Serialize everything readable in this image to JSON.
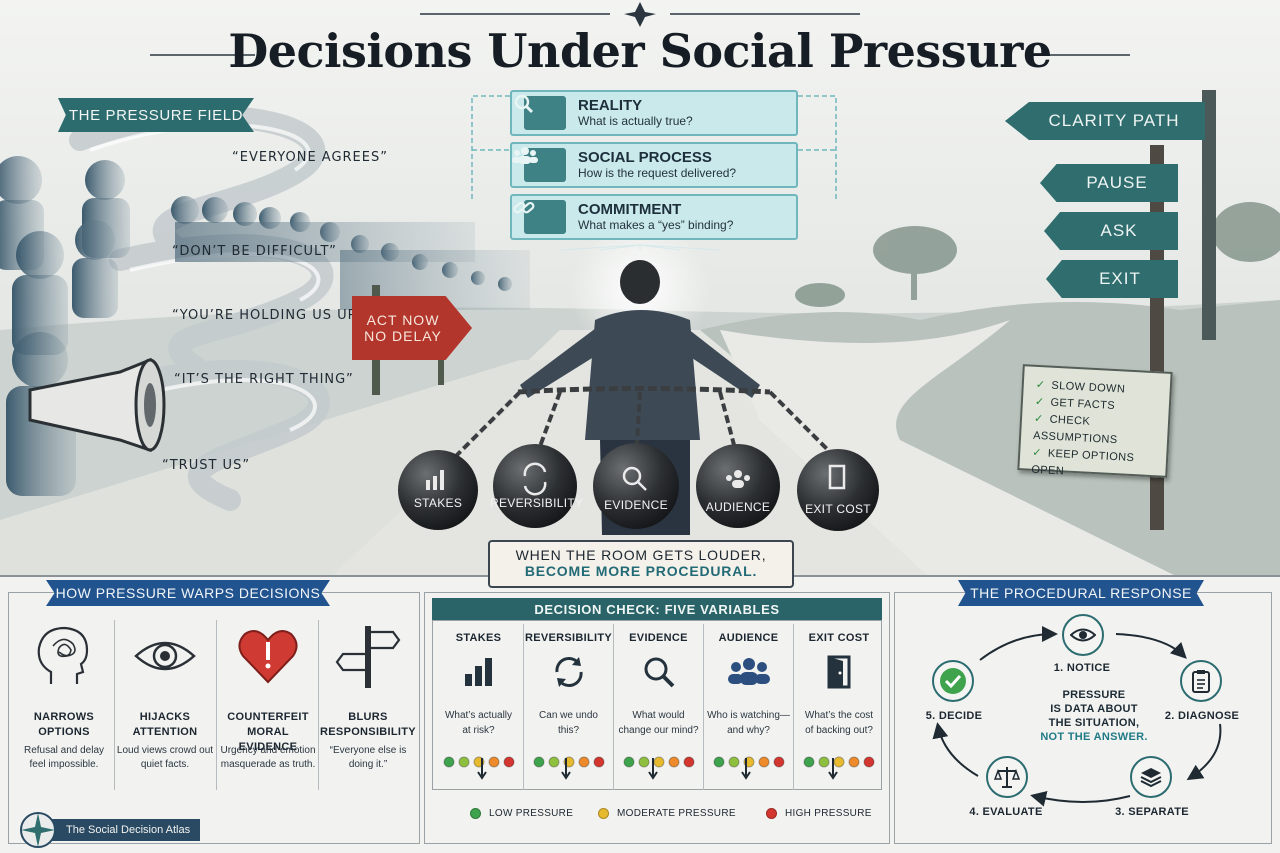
{
  "title": "Decisions Under Social Pressure",
  "pressure_field": {
    "banner": "THE PRESSURE FIELD",
    "quotes": [
      "“EVERYONE AGREES”",
      "“DON’T BE DIFFICULT”",
      "“YOU’RE HOLDING US UP”",
      "“IT’S THE RIGHT THING”",
      "“TRUST US”"
    ]
  },
  "act_now_sign": {
    "line1": "ACT NOW",
    "line2": "NO DELAY"
  },
  "question_boxes": [
    {
      "icon": "magnifier-icon",
      "title": "REALITY",
      "subtitle": "What is actually true?"
    },
    {
      "icon": "people-icon",
      "title": "SOCIAL PROCESS",
      "subtitle": "How is the request delivered?"
    },
    {
      "icon": "chain-link-icon",
      "title": "COMMITMENT",
      "subtitle": "What makes a “yes” binding?"
    }
  ],
  "weights": [
    "STAKES",
    "REVERSIBILITY",
    "EVIDENCE",
    "AUDIENCE",
    "EXIT COST"
  ],
  "clarity_path": {
    "banner": "CLARITY PATH",
    "signs": [
      "PAUSE",
      "ASK",
      "EXIT"
    ],
    "checklist": [
      "SLOW DOWN",
      "GET FACTS",
      "CHECK ASSUMPTIONS",
      "KEEP OPTIONS OPEN"
    ]
  },
  "room_card": {
    "line1": "WHEN THE ROOM GETS LOUDER,",
    "line2": "BECOME MORE PROCEDURAL."
  },
  "warps": {
    "banner": "HOW PRESSURE WARPS DECISIONS",
    "items": [
      {
        "icon": "tangled-head-icon",
        "title_1": "NARROWS",
        "title_2": "OPTIONS",
        "desc_1": "Refusal and delay",
        "desc_2": "feel impossible."
      },
      {
        "icon": "eye-icon",
        "title_1": "HIJACKS",
        "title_2": "ATTENTION",
        "desc_1": "Loud views crowd out",
        "desc_2": "quiet facts."
      },
      {
        "icon": "heart-alert-icon",
        "title_1": "COUNTERFEIT",
        "title_2": "MORAL EVIDENCE",
        "desc_1": "Urgency and emotion",
        "desc_2": "masquerade as truth."
      },
      {
        "icon": "signpost-icon",
        "title_1": "BLURS",
        "title_2": "RESPONSIBILITY",
        "desc_1": "“Everyone else is",
        "desc_2": "doing it.”"
      }
    ]
  },
  "decision_check": {
    "title": "DECISION CHECK: FIVE VARIABLES",
    "variables": [
      {
        "name": "STAKES",
        "icon": "bar-chart-icon",
        "q1": "What’s actually",
        "q2": "at risk?",
        "level": 0.55
      },
      {
        "name": "REVERSIBILITY",
        "icon": "cycle-arrows-icon",
        "q1": "Can we undo",
        "q2": "this?",
        "level": 0.45
      },
      {
        "name": "EVIDENCE",
        "icon": "magnifier-icon",
        "q1": "What would",
        "q2": "change our mind?",
        "level": 0.4
      },
      {
        "name": "AUDIENCE",
        "icon": "group-icon",
        "q1": "Who is watching—",
        "q2": "and why?",
        "level": 0.45
      },
      {
        "name": "EXIT COST",
        "icon": "door-exit-icon",
        "q1": "What’s the cost",
        "q2": "of backing out?",
        "level": 0.4
      }
    ],
    "legend": [
      {
        "label": "LOW PRESSURE",
        "color": "#3fa34d"
      },
      {
        "label": "MODERATE PRESSURE",
        "color": "#e6b92e"
      },
      {
        "label": "HIGH PRESSURE",
        "color": "#d2362f"
      }
    ]
  },
  "procedural": {
    "banner": "THE PROCEDURAL RESPONSE",
    "steps": [
      {
        "label": "1. NOTICE",
        "icon": "eye-icon"
      },
      {
        "label": "2. DIAGNOSE",
        "icon": "clipboard-icon"
      },
      {
        "label": "3. SEPARATE",
        "icon": "layers-icon"
      },
      {
        "label": "4. EVALUATE",
        "icon": "scales-icon"
      },
      {
        "label": "5. DECIDE",
        "icon": "check-circle-icon"
      }
    ],
    "center_1": "PRESSURE",
    "center_2": "IS DATA ABOUT",
    "center_3": "THE SITUATION,",
    "center_4": "NOT THE ANSWER."
  },
  "footer": {
    "atlas": "The Social Decision Atlas",
    "icon": "compass-rose-icon"
  },
  "colors": {
    "teal": "#2c6b6e",
    "blue": "#21538f",
    "red": "#b3362c",
    "ink": "#1f2a33"
  }
}
